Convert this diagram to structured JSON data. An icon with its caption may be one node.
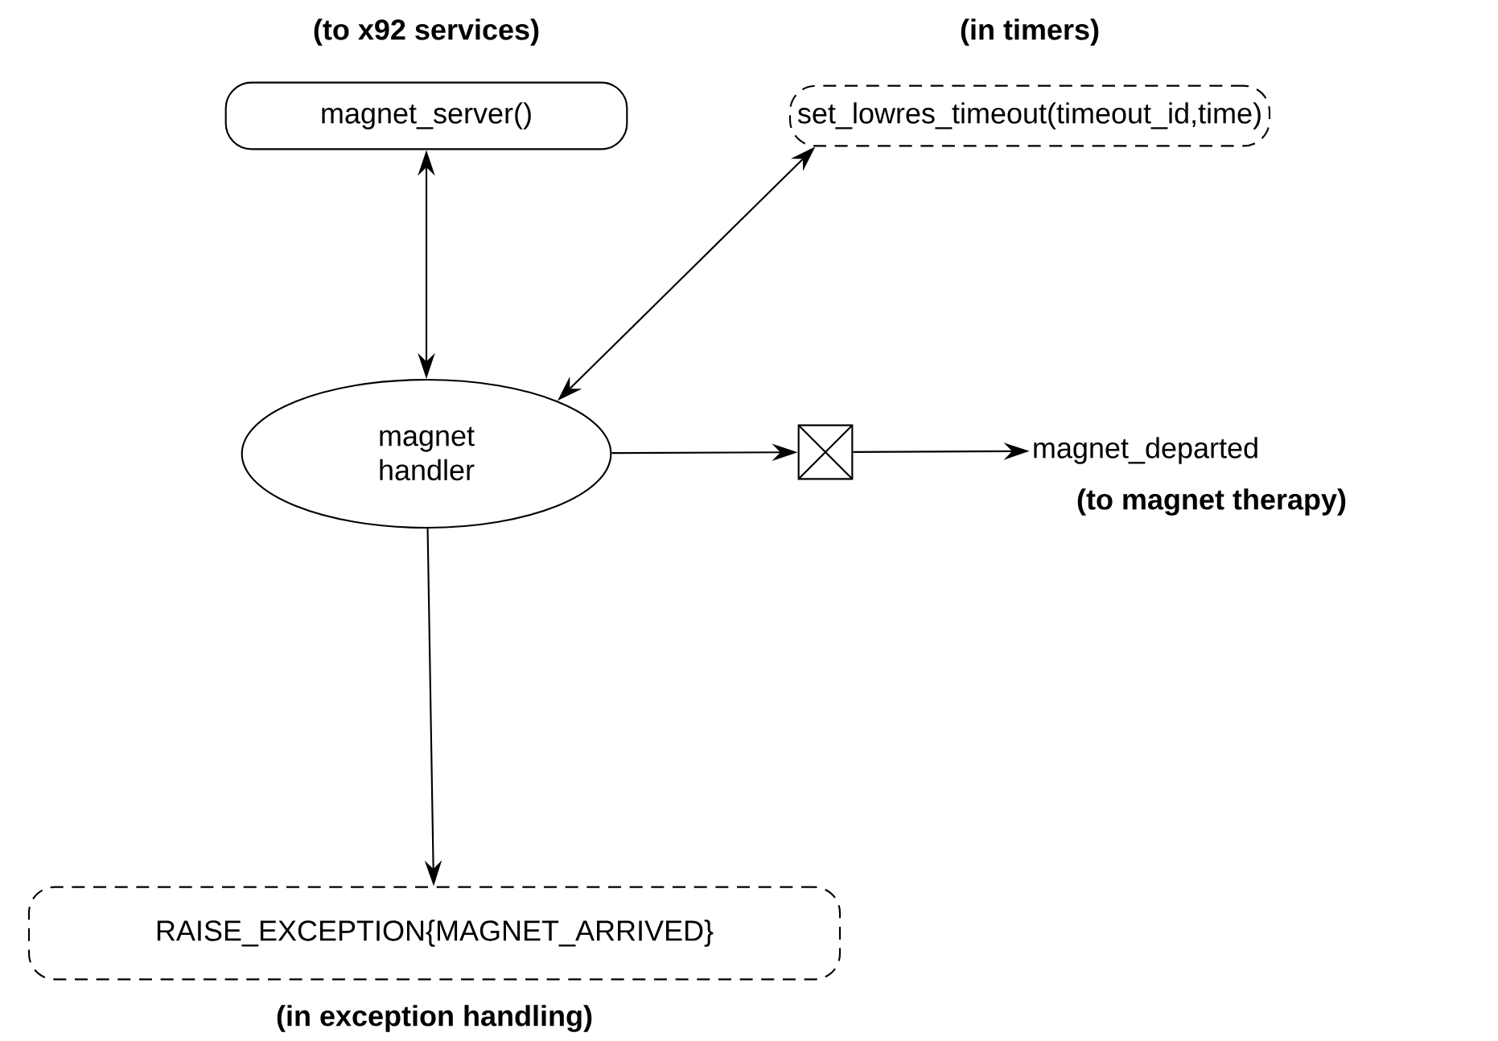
{
  "diagram": {
    "nodes": [
      {
        "text": [
          "magnet_server()"
        ],
        "beside": [
          "(to x92 services)"
        ]
      },
      {
        "text": [
          "set_lowres_timeout(timeout_id,time)"
        ],
        "beside": [
          "(in timers)"
        ]
      },
      {
        "text": [
          "magnet handler"
        ]
      },
      {
        "text": [],
        "shape": "box"
      },
      {
        "text": [
          "magnet_departed"
        ],
        "beside": [
          "(to magnet therapy)"
        ]
      },
      {
        "text": [
          "RAISE_EXCEPTION{MAGNET_ARRIVED}"
        ],
        "beside": [
          "(in exception handling)"
        ]
      }
    ],
    "edges": [
      {
        "from": 0,
        "to": 2,
        "arrow": "both"
      },
      {
        "from": 1,
        "to": 2,
        "arrow": "both"
      },
      {
        "from": 2,
        "to": 3,
        "arrow": "to"
      },
      {
        "from": 3,
        "to": 4,
        "arrow": "to"
      },
      {
        "from": 2,
        "to": 5,
        "arrow": "to"
      }
    ]
  }
}
